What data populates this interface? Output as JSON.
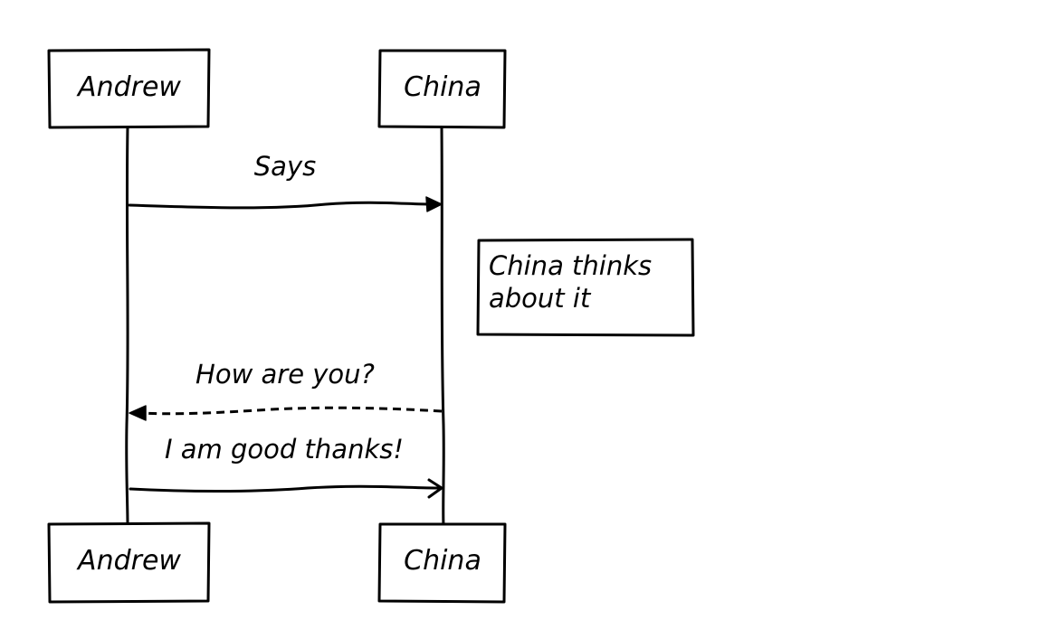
{
  "diagram": {
    "type": "sequence",
    "participants": [
      {
        "id": "andrew",
        "name": "Andrew"
      },
      {
        "id": "china",
        "name": "China"
      }
    ],
    "messages": [
      {
        "from": "Andrew",
        "to": "China",
        "text": "Says",
        "line": "solid",
        "arrowhead": "filled"
      },
      {
        "from": "China",
        "to": "China",
        "text": "China thinks\nabout it",
        "kind": "note"
      },
      {
        "from": "China",
        "to": "Andrew",
        "text": "How are you?",
        "line": "dashed",
        "arrowhead": "filled"
      },
      {
        "from": "Andrew",
        "to": "China",
        "text": "I am good thanks!",
        "line": "solid",
        "arrowhead": "open"
      }
    ],
    "note": {
      "lines": [
        "China thinks",
        "about it"
      ]
    }
  },
  "colors": {
    "ink": "#000000",
    "background": "#ffffff"
  }
}
